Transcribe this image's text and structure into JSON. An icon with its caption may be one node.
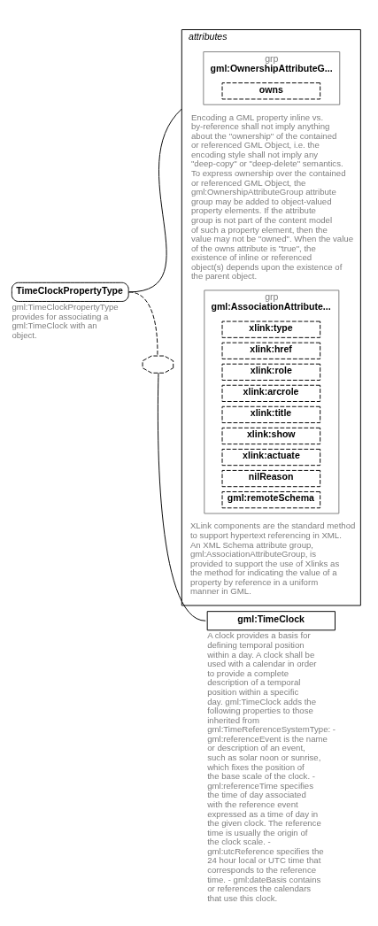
{
  "diagram": {
    "nodes": [
      {
        "text": [
          "TimeClockPropertyType"
        ],
        "beside": [
          "gml:TimeClockPropertyType provides for associating a gml:TimeClock with an object."
        ]
      },
      {
        "text": [
          "attributes"
        ]
      },
      {
        "text": [
          "grp",
          "gml:OwnershipAttributeG..."
        ],
        "in": 1,
        "beside": [
          "Encoding a GML property inline vs. by-reference shall not imply anything about the \"ownership\" of the contained or referenced GML Object, i.e. the encoding style shall not imply any \"deep-copy\" or \"deep-delete\" semantics. To express ownership over the contained or referenced GML Object, the gml:OwnershipAttributeGroup attribute group may be added to object-valued property elements. If the attribute group is not part of the content model of such a property element, then the value may not be \"owned\". When the value of the owns attribute is \"true\", the existence of inline or referenced object(s) depends upon the existence of the parent object."
        ]
      },
      {
        "text": [
          "owns"
        ],
        "in": 2
      },
      {
        "text": [
          "grp",
          "gml:AssociationAttribute..."
        ],
        "in": 1,
        "beside": [
          "XLink components are the standard method to support hypertext referencing in XML. An XML Schema attribute group, gml:AssociationAttributeGroup, is provided to support the use of Xlinks as the method for indicating the value of a property by reference in a uniform manner in GML."
        ]
      },
      {
        "text": [
          "xlink:type"
        ],
        "in": 4
      },
      {
        "text": [
          "xlink:href"
        ],
        "in": 4
      },
      {
        "text": [
          "xlink:role"
        ],
        "in": 4
      },
      {
        "text": [
          "xlink:arcrole"
        ],
        "in": 4
      },
      {
        "text": [
          "xlink:title"
        ],
        "in": 4
      },
      {
        "text": [
          "xlink:show"
        ],
        "in": 4
      },
      {
        "text": [
          "xlink:actuate"
        ],
        "in": 4
      },
      {
        "text": [
          "nilReason"
        ],
        "in": 4
      },
      {
        "text": [
          "gml:remoteSchema"
        ],
        "in": 4
      },
      {
        "text": [],
        "shape": "octagon"
      },
      {
        "text": [
          "gml:TimeClock"
        ],
        "beside": [
          "A clock provides a basis for defining temporal position within a day. A clock shall be used with a calendar in order to provide a complete description of a temporal position within a specific day. gml:TimeClock adds the following properties to those inherited from gml:TimeReferenceSystemType: - gml:referenceEvent is the name or description of an event, such as solar noon or sunrise, which fixes the position of the base scale of the clock. - gml:referenceTime specifies the time of day associated with the reference event expressed as a time of day in the given clock. The reference time is usually the origin of the clock scale. - gml:utcReference specifies the 24 hour local or UTC time that corresponds to the reference time. - gml:dateBasis contains or references the calendars that use this clock."
        ]
      }
    ],
    "edges": [
      {
        "from": 0,
        "to": 1,
        "arrow": "none"
      },
      {
        "from": 0,
        "to": 14,
        "arrow": "none",
        "style": "dashed"
      },
      {
        "from": 14,
        "to": 15,
        "arrow": "none"
      }
    ]
  }
}
